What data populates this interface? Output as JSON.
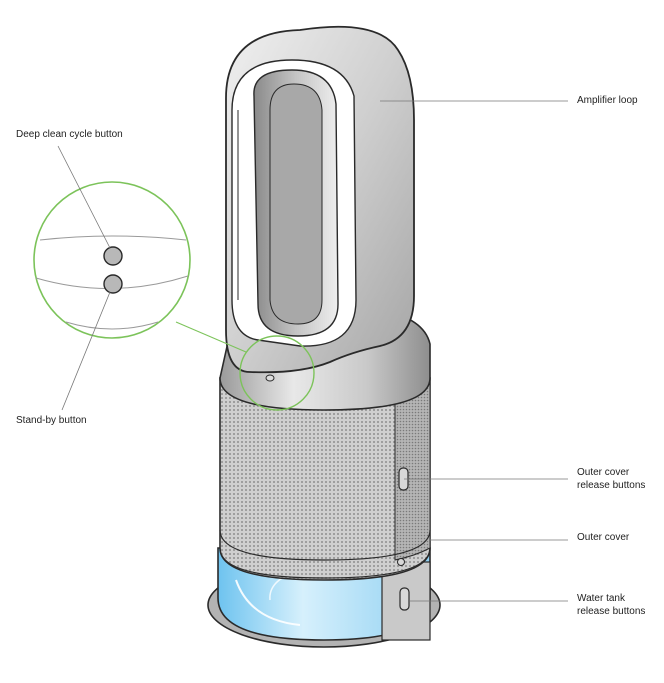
{
  "colors": {
    "outline": "#2a2a2a",
    "metal_light": "#e6e6e6",
    "metal_mid": "#bdbdbd",
    "metal_dark": "#8c8c8c",
    "callout_circle": "#7cc35a",
    "leader_line": "#777777",
    "water": "#a9dcf5",
    "button_fill": "#b8b8b8"
  },
  "labels": {
    "amplifier_loop": "Amplifier loop",
    "deep_clean": "Deep clean cycle button",
    "standby": "Stand-by button",
    "outer_cover_release_1": "Outer cover",
    "outer_cover_release_2": "release buttons",
    "outer_cover": "Outer cover",
    "water_tank_1": "Water tank",
    "water_tank_2": "release buttons"
  }
}
